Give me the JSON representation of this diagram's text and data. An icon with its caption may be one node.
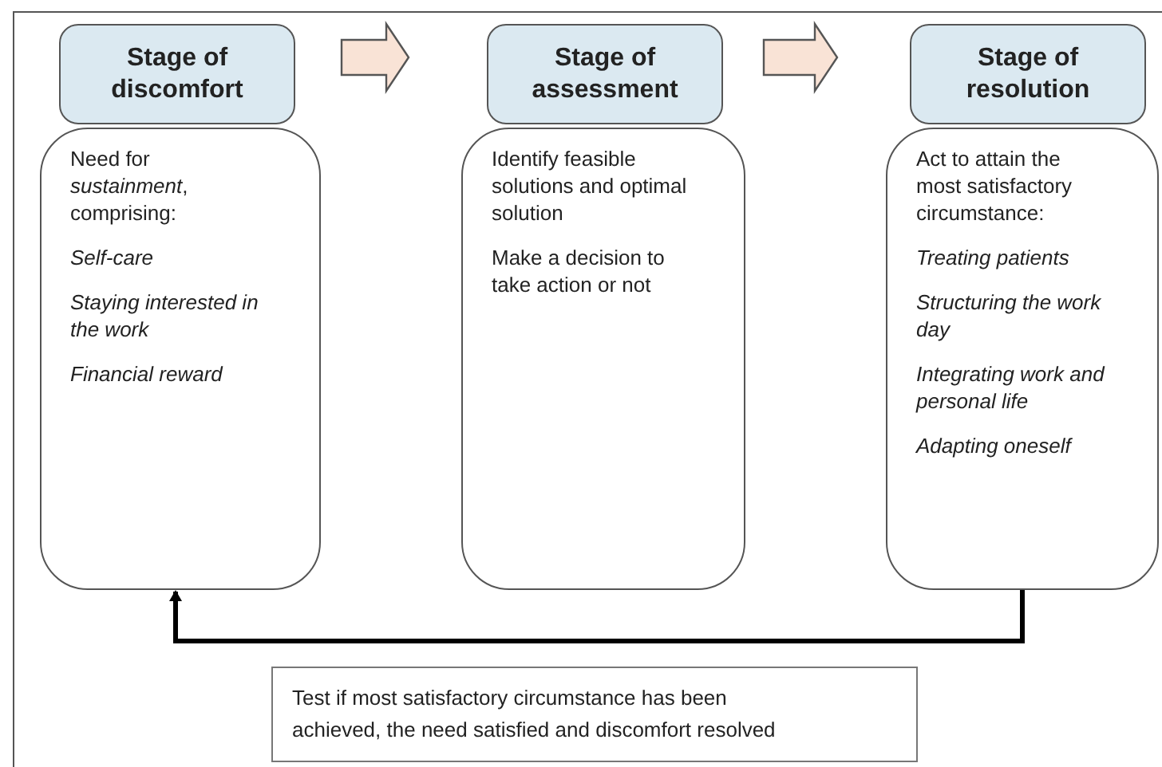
{
  "diagram": {
    "nodes": [
      {
        "text": [
          "Stage of discomfort"
        ]
      },
      {
        "text": [
          "Need for *sustainment*, comprising:",
          "Self-care",
          "Staying interested in the work",
          "Financial reward"
        ]
      },
      {
        "text": [
          "Stage of assessment"
        ]
      },
      {
        "text": [
          "Identify feasible solutions and optimal solution",
          "Make a decision to take action or not"
        ]
      },
      {
        "text": [
          "Stage of resolution"
        ]
      },
      {
        "text": [
          "Act to attain the most satisfactory circumstance:",
          "Treating patients",
          "Structuring the work day",
          "Integrating work and personal life",
          "Adapting oneself"
        ]
      },
      {
        "text": [
          "Test if most satisfactory circumstance has been achieved, the need satisfied and discomfort resolved"
        ]
      }
    ],
    "edges": [
      {
        "from": 0,
        "to": 2,
        "arrow": "to",
        "style": "thick"
      },
      {
        "from": 2,
        "to": 4,
        "arrow": "to",
        "style": "thick"
      },
      {
        "from": 5,
        "to": 1,
        "arrow": "to"
      }
    ]
  }
}
